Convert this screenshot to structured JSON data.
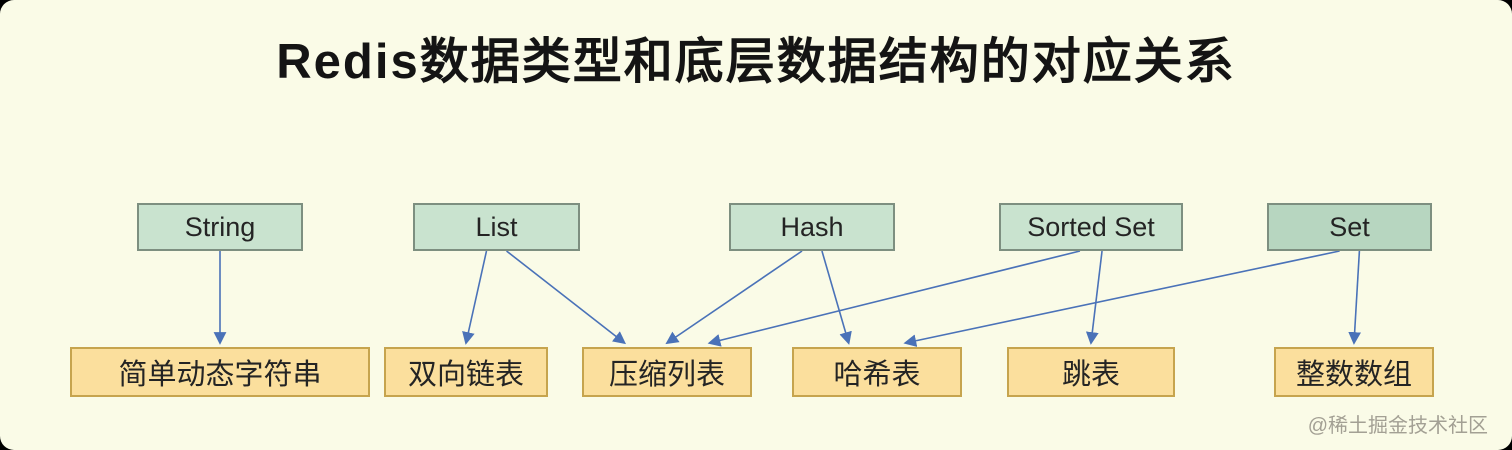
{
  "title": "Redis数据类型和底层数据结构的对应关系",
  "watermark": "@稀土掘金技术社区",
  "colors": {
    "background": "#fafbe7",
    "arrow": "#4a72b8",
    "type_box_fill": "#c9e3cf",
    "type_box_border": "#7d8f80",
    "struct_box_fill": "#fbdf9d",
    "struct_box_border": "#c6a44e",
    "text": "#242424"
  },
  "diagram": {
    "types": [
      {
        "id": "string",
        "label": "String"
      },
      {
        "id": "list",
        "label": "List"
      },
      {
        "id": "hash",
        "label": "Hash"
      },
      {
        "id": "sortedset",
        "label": "Sorted Set"
      },
      {
        "id": "set",
        "label": "Set",
        "fill": "#b7d6c0"
      }
    ],
    "structures": [
      {
        "id": "sds",
        "label": "简单动态字符串"
      },
      {
        "id": "linkedlist",
        "label": "双向链表"
      },
      {
        "id": "ziplist",
        "label": "压缩列表"
      },
      {
        "id": "hashtable",
        "label": "哈希表"
      },
      {
        "id": "skiplist",
        "label": "跳表"
      },
      {
        "id": "intarray",
        "label": "整数数组"
      }
    ],
    "edges": [
      {
        "from": "string",
        "to": "sds"
      },
      {
        "from": "list",
        "to": "linkedlist"
      },
      {
        "from": "list",
        "to": "ziplist"
      },
      {
        "from": "hash",
        "to": "ziplist"
      },
      {
        "from": "hash",
        "to": "hashtable"
      },
      {
        "from": "sortedset",
        "to": "ziplist"
      },
      {
        "from": "sortedset",
        "to": "skiplist"
      },
      {
        "from": "set",
        "to": "hashtable"
      },
      {
        "from": "set",
        "to": "intarray"
      }
    ]
  }
}
